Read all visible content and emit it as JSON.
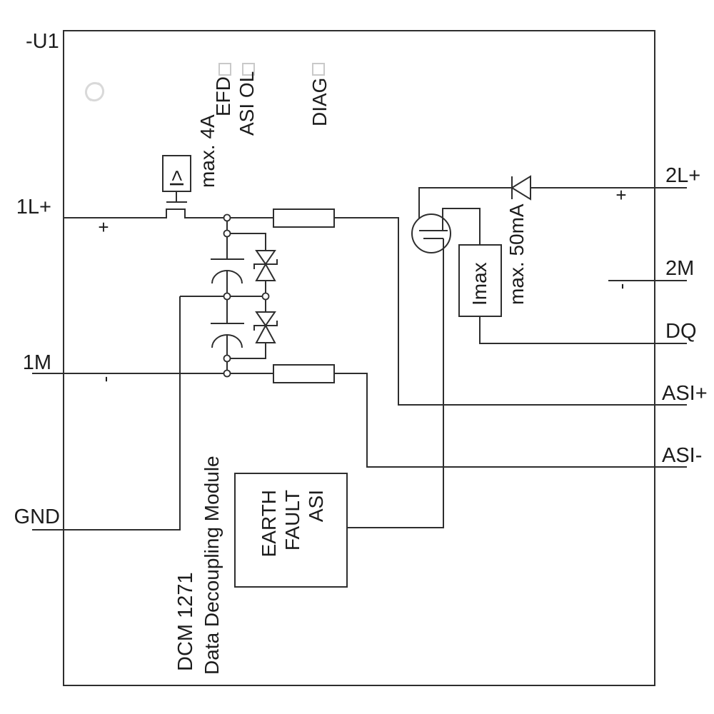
{
  "diagram": {
    "designator": "-U1",
    "title_line1": "DCM 1271",
    "title_line2": "Data Decoupling Module",
    "terminals_left": [
      {
        "label": "1L+",
        "polarity": "+"
      },
      {
        "label": "1M",
        "polarity": "-"
      },
      {
        "label": "GND",
        "polarity": ""
      }
    ],
    "terminals_right": [
      {
        "label": "2L+",
        "polarity": "+"
      },
      {
        "label": "2M",
        "polarity": "-"
      },
      {
        "label": "DQ",
        "polarity": ""
      },
      {
        "label": "ASI+",
        "polarity": ""
      },
      {
        "label": "ASI-",
        "polarity": ""
      }
    ],
    "leds": [
      {
        "label": "EFD"
      },
      {
        "label": "ASI OL"
      },
      {
        "label": "DIAG"
      }
    ],
    "fuse": {
      "symbol": "I>",
      "rating": "max. 4A"
    },
    "current_limiter": {
      "label": "Imax",
      "rating": "max. 50mA"
    },
    "earth_fault_block": {
      "line1": "EARTH",
      "line2": "FAULT",
      "line3": "ASI"
    },
    "colors": {
      "line": "#2e2e2e",
      "led_outline": "#c9c9c9",
      "watermark": "#d9d9d9"
    }
  }
}
